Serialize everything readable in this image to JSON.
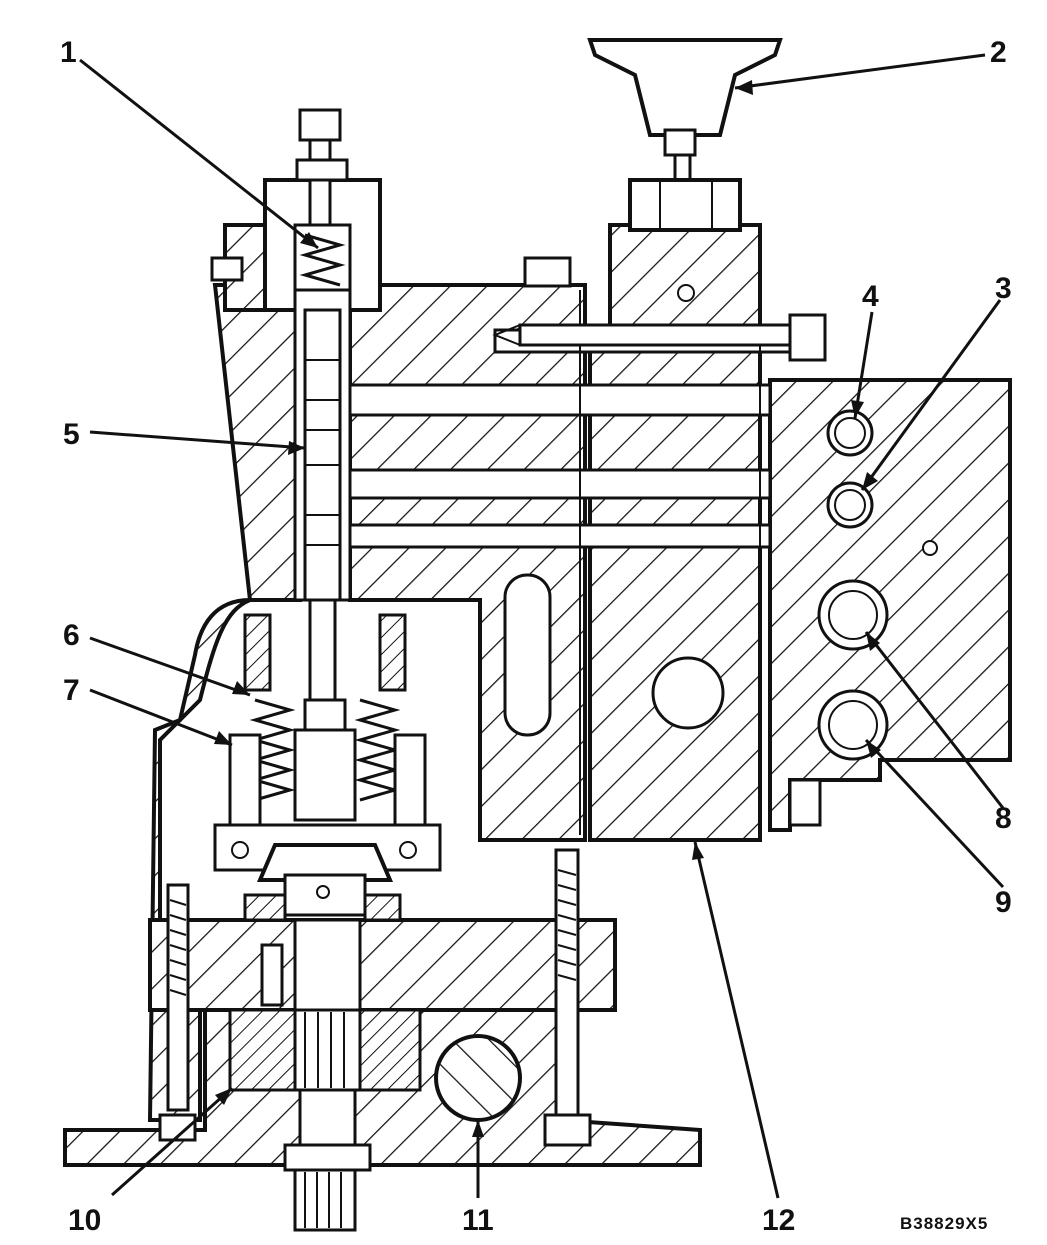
{
  "figure": {
    "reference_code": "B38829X5",
    "colors": {
      "ink": "#111111",
      "paper": "#ffffff"
    }
  },
  "callouts": [
    {
      "id": "1",
      "label": "1"
    },
    {
      "id": "2",
      "label": "2"
    },
    {
      "id": "3",
      "label": "3"
    },
    {
      "id": "4",
      "label": "4"
    },
    {
      "id": "5",
      "label": "5"
    },
    {
      "id": "6",
      "label": "6"
    },
    {
      "id": "7",
      "label": "7"
    },
    {
      "id": "8",
      "label": "8"
    },
    {
      "id": "9",
      "label": "9"
    },
    {
      "id": "10",
      "label": "10"
    },
    {
      "id": "11",
      "label": "11"
    },
    {
      "id": "12",
      "label": "12"
    }
  ]
}
